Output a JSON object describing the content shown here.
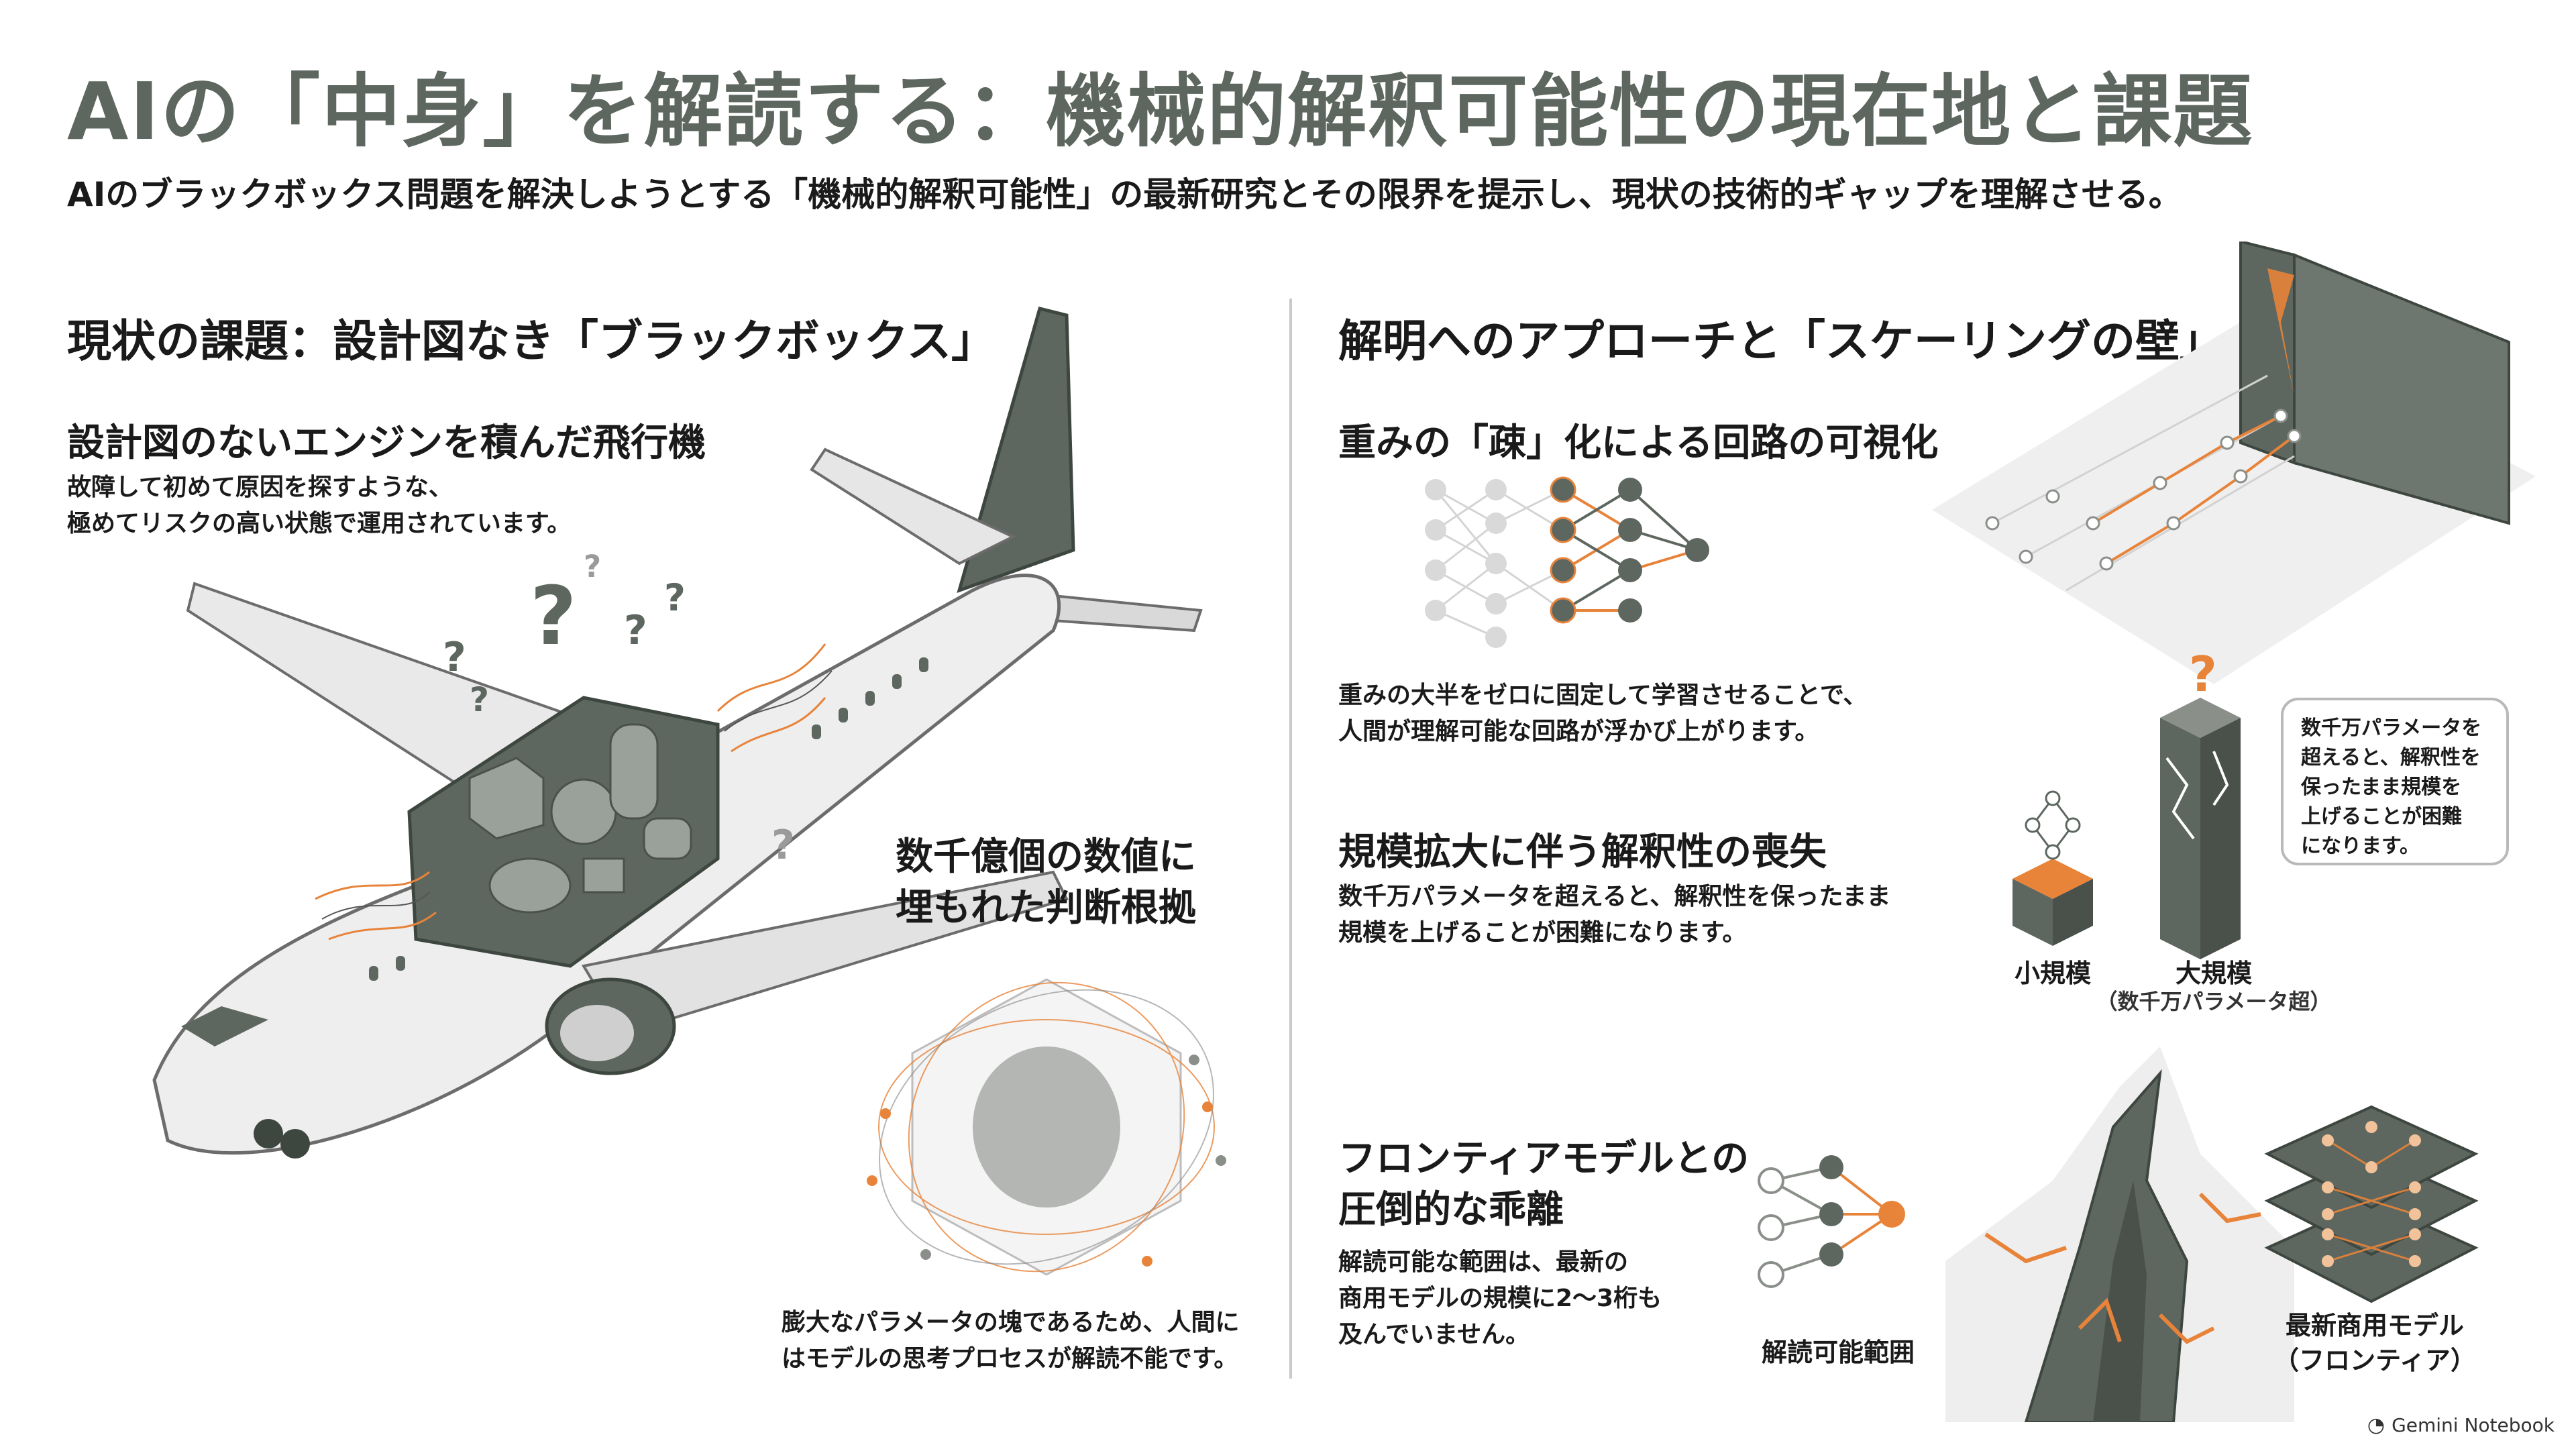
{
  "header": {
    "title": "AIの「中身」を解読する：機械的解釈可能性の現在地と課題",
    "subtitle": "AIのブラックボックス問題を解決しようとする「機械的解釈可能性」の最新研究とその限界を提示し、現状の技術的ギャップを理解させる。"
  },
  "left": {
    "heading": "現状の課題：設計図なき「ブラックボックス」",
    "engine": {
      "title": "設計図のないエンジンを積んだ飛行機",
      "body": "故障して初めて原因を探すような、\n極めてリスクの高い状態で運用されています。"
    },
    "params": {
      "title": "数千億個の数値に\n埋もれた判断根拠",
      "body": "膨大なパラメータの塊であるため、人間に\nはモデルの思考プロセスが解読不能です。"
    }
  },
  "right": {
    "heading": "解明へのアプローチと「スケーリングの壁」",
    "sparse": {
      "title": "重みの「疎」化による回路の可視化",
      "body": "重みの大半をゼロに固定して学習させることで、\n人間が理解可能な回路が浮かび上がります。"
    },
    "scale": {
      "title": "規模拡大に伴う解釈性の喪失",
      "body": "数千万パラメータを超えると、解釈性を保ったまま\n規模を上げることが困難になります。",
      "small_label": "小規模",
      "large_label": "大規模",
      "large_sub": "（数千万パラメータ超）",
      "callout": "数千万パラメータを\n超えると、解釈性を\n保ったまま規模を\n上げることが困難\nになります。"
    },
    "frontier": {
      "title": "フロンティアモデルとの\n圧倒的な乖離",
      "body": "解読可能な範囲は、最新の\n商用モデルの規模に2〜3桁も\n及んでいません。",
      "left_label": "解読可能範囲",
      "right_label": "最新商用モデル\n（フロンティア）"
    }
  },
  "footer": {
    "brand": "Gemini Notebook"
  },
  "colors": {
    "accent": "#e8833a",
    "dark": "#5d675f",
    "gray": "#8a8f8a"
  }
}
